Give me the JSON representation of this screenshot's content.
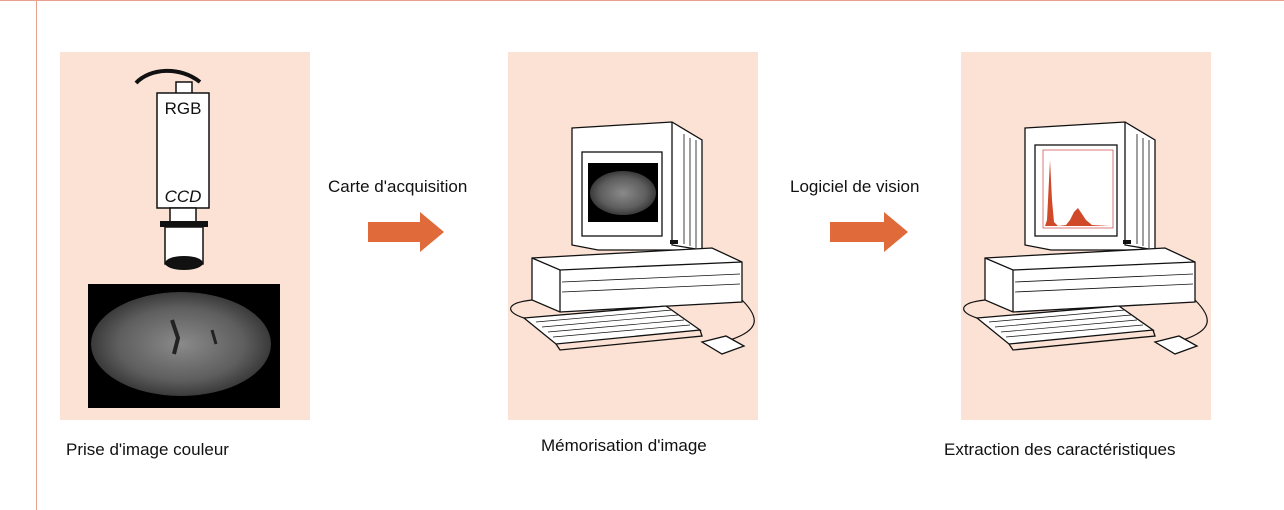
{
  "camera": {
    "top_label": "RGB",
    "bottom_label": "CCD"
  },
  "steps": [
    {
      "caption": "Prise d'image couleur"
    },
    {
      "caption": "Mémorisation d'image"
    },
    {
      "caption": "Extraction des caractéristiques"
    }
  ],
  "arrows": [
    {
      "label": "Carte d'acquisition"
    },
    {
      "label": "Logiciel de vision"
    }
  ],
  "colors": {
    "panel": "#fbe2d5",
    "arrow": "#e06a3a",
    "border": "#e8a090"
  }
}
